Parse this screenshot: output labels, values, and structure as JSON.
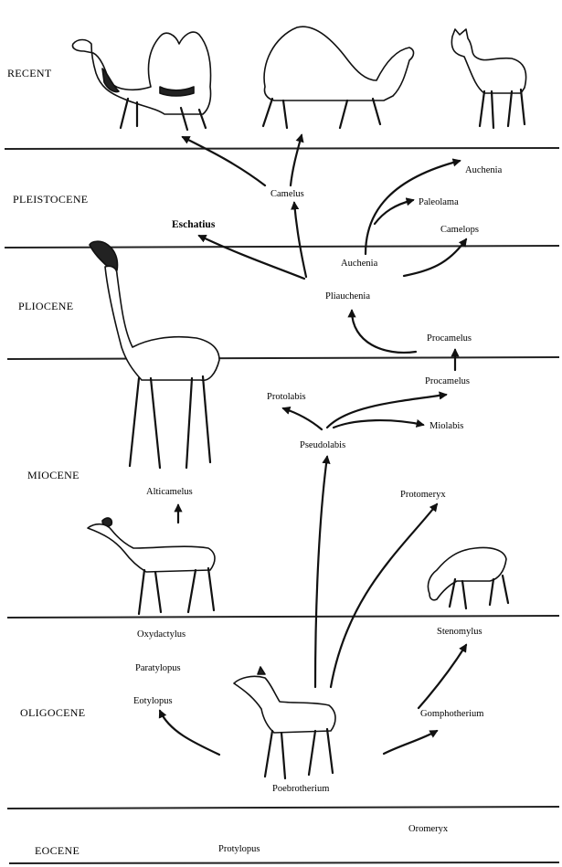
{
  "epochs": {
    "recent": "RECENT",
    "pleistocene": "PLEISTOCENE",
    "pliocene": "PLIOCENE",
    "miocene": "MIOCENE",
    "oligocene": "OLIGOCENE",
    "eocene": "EOCENE"
  },
  "genera": {
    "camelus": "Camelus",
    "auchenia_top": "Auchenia",
    "paleolama": "Paleolama",
    "camelops": "Camelops",
    "eschatius": "Eschatius",
    "auchenia_mid": "Auchenia",
    "pliauchenia": "Pliauchenia",
    "procamelus_upper": "Procamelus",
    "procamelus_lower": "Procamelus",
    "protolabis": "Protolabis",
    "miolabis": "Miolabis",
    "pseudolabis": "Pseudolabis",
    "alticamelus": "Alticamelus",
    "protomeryx": "Protomeryx",
    "oxydactylus": "Oxydactylus",
    "stenomylus": "Stenomylus",
    "paratylopus": "Paratylopus",
    "eotylopus": "Eotylopus",
    "gomphotherium": "Gomphotherium",
    "poebrotherium": "Poebrotherium",
    "oromeryx": "Oromeryx",
    "protylopus": "Protylopus"
  },
  "illustrations": [
    "bactrian-camel",
    "dromedary-camel",
    "llama",
    "alticamelus",
    "oxydactylus",
    "stenomylus",
    "poebrotherium"
  ]
}
